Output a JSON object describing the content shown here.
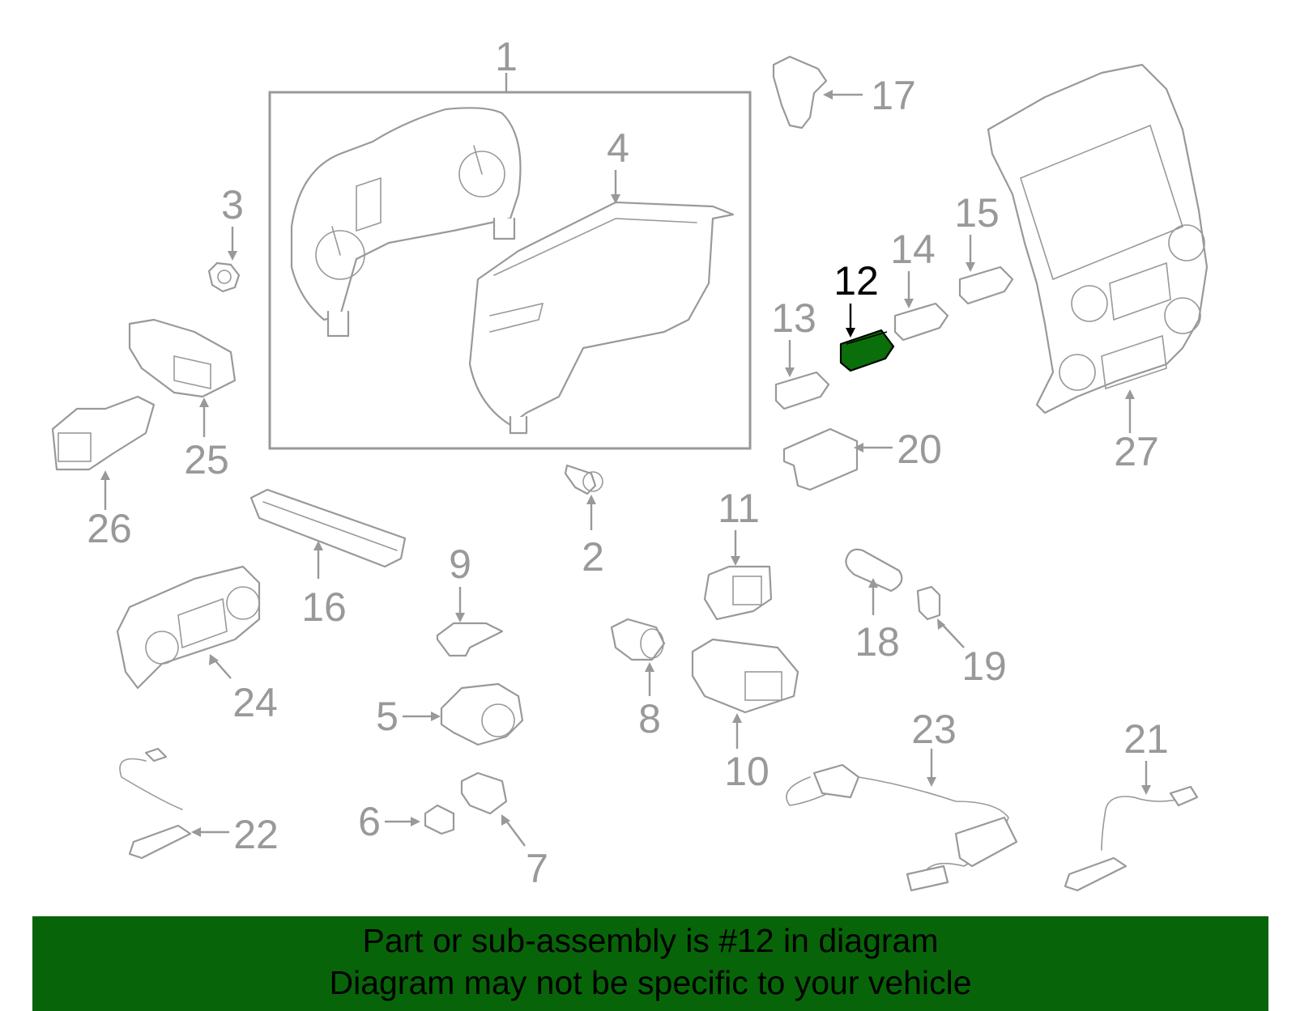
{
  "callouts": [
    {
      "id": "1",
      "label": "1"
    },
    {
      "id": "2",
      "label": "2"
    },
    {
      "id": "3",
      "label": "3"
    },
    {
      "id": "4",
      "label": "4"
    },
    {
      "id": "5",
      "label": "5"
    },
    {
      "id": "6",
      "label": "6"
    },
    {
      "id": "7",
      "label": "7"
    },
    {
      "id": "8",
      "label": "8"
    },
    {
      "id": "9",
      "label": "9"
    },
    {
      "id": "10",
      "label": "10"
    },
    {
      "id": "11",
      "label": "11"
    },
    {
      "id": "12",
      "label": "12"
    },
    {
      "id": "13",
      "label": "13"
    },
    {
      "id": "14",
      "label": "14"
    },
    {
      "id": "15",
      "label": "15"
    },
    {
      "id": "16",
      "label": "16"
    },
    {
      "id": "17",
      "label": "17"
    },
    {
      "id": "18",
      "label": "18"
    },
    {
      "id": "19",
      "label": "19"
    },
    {
      "id": "20",
      "label": "20"
    },
    {
      "id": "21",
      "label": "21"
    },
    {
      "id": "22",
      "label": "22"
    },
    {
      "id": "23",
      "label": "23"
    },
    {
      "id": "24",
      "label": "24"
    },
    {
      "id": "25",
      "label": "25"
    },
    {
      "id": "26",
      "label": "26"
    },
    {
      "id": "27",
      "label": "27"
    }
  ],
  "highlighted_part": "12",
  "colors": {
    "highlight_fill": "#0a6e0a",
    "banner_bg": "#086408",
    "part_stroke": "#999999",
    "label_gray": "#999999",
    "highlight_label": "#000000"
  },
  "banner": {
    "line1": "Part or sub-assembly is #12 in diagram",
    "line2": "Diagram may not be specific to your vehicle"
  }
}
